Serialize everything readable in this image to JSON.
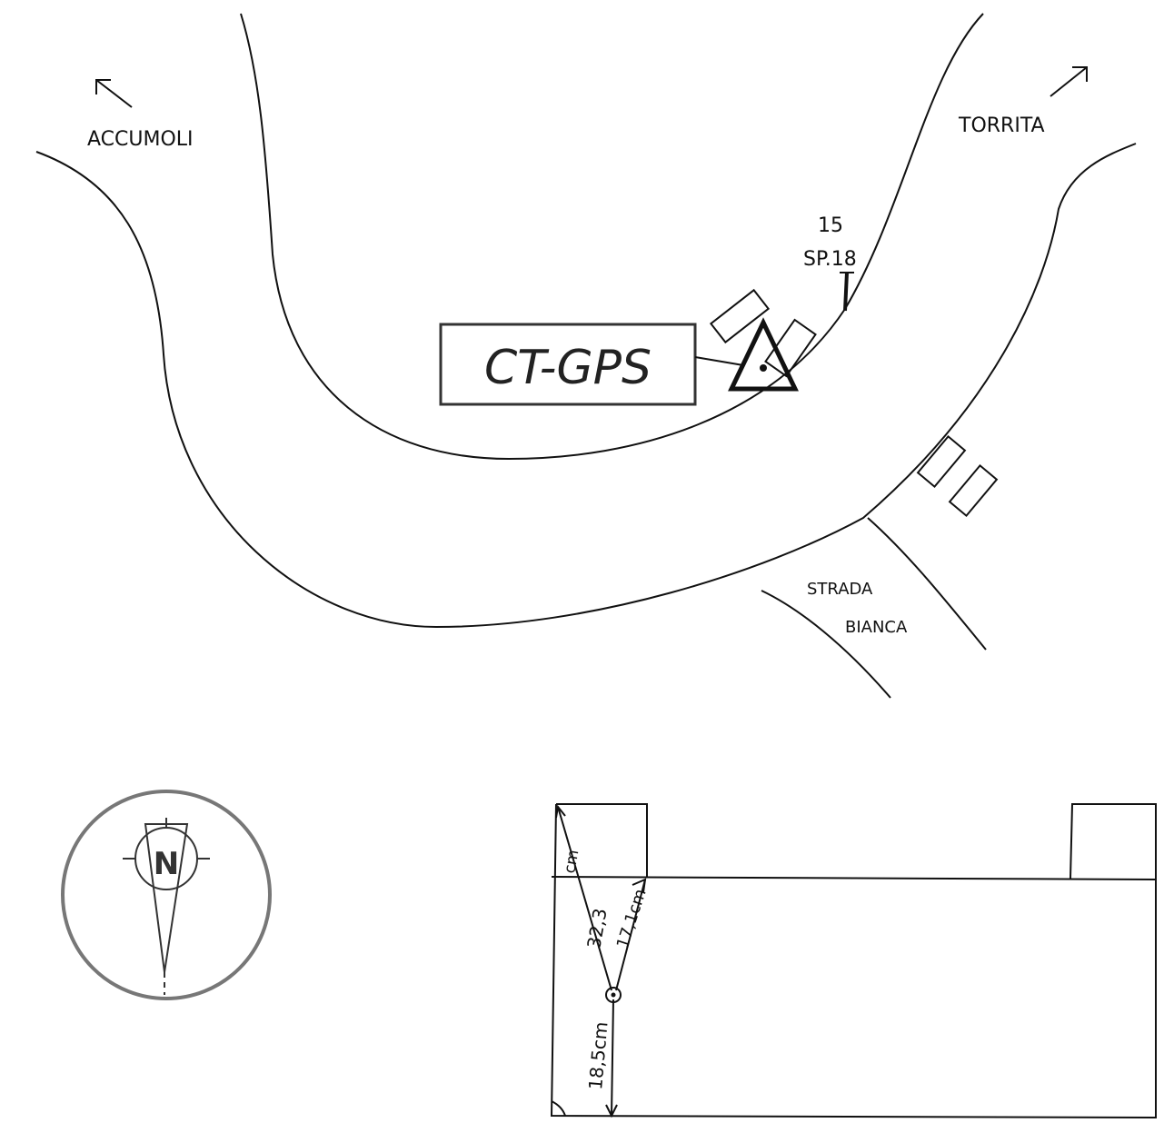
{
  "map": {
    "place_labels": {
      "accumoli": "ACCUMOLI",
      "torrita": "TORRITA",
      "strada": "STRADA",
      "bianca": "BIANCA",
      "km_marker": "15",
      "road_name": "SP.18"
    },
    "station_label": "CT-GPS",
    "compass_letter": "N"
  },
  "detail": {
    "diag_label": "32,3",
    "diag_unit": "cm",
    "short_label": "17,1cm",
    "vertical_label": "18,5cm"
  }
}
